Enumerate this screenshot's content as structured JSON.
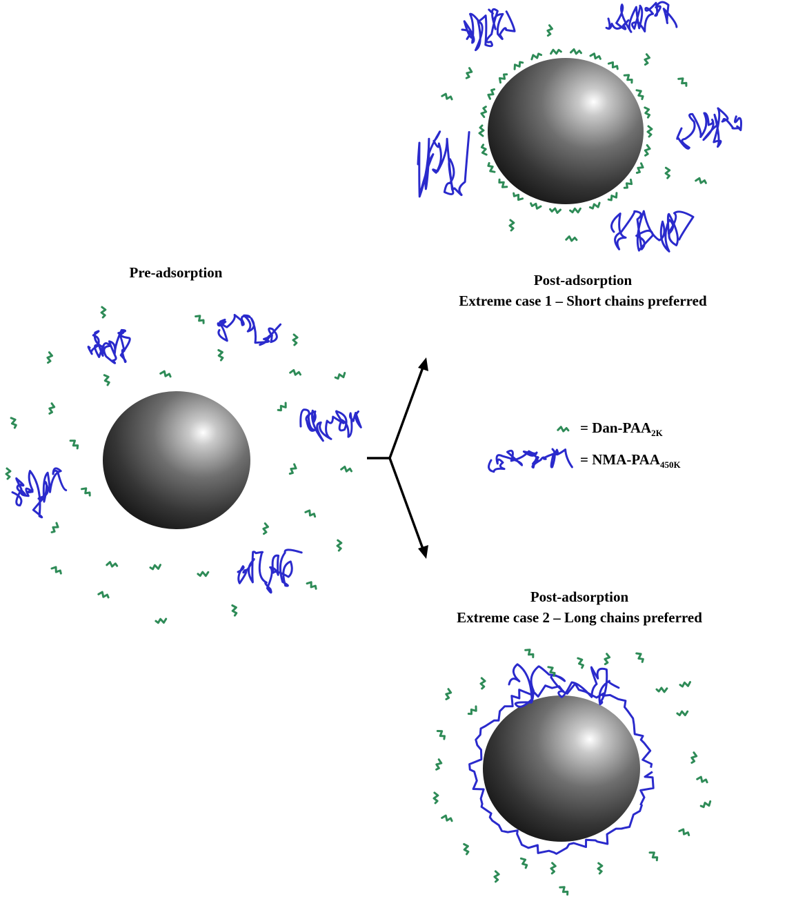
{
  "labels": {
    "pre": "Pre-adsorption",
    "post1_line1": "Post-adsorption",
    "post1_line2": "Extreme case 1 – Short chains preferred",
    "post2_line1": "Post-adsorption",
    "post2_line2": "Extreme case 2 – Long chains preferred"
  },
  "legend": {
    "short": {
      "prefix": "= Dan-PAA",
      "subscript": "2K"
    },
    "long": {
      "prefix": "= NMA-PAA",
      "subscript": "450K"
    }
  },
  "colors": {
    "short_chain": "#2e8b57",
    "long_chain": "#2a2acc",
    "arrow": "#000000"
  }
}
